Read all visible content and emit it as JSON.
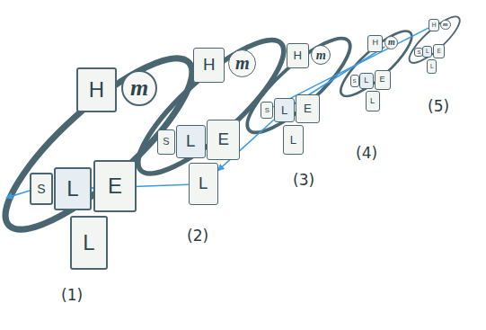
{
  "diagram": {
    "nodes": [
      {
        "text": [
          "H"
        ]
      },
      {
        "text": [
          "m"
        ]
      },
      {
        "text": [
          "S"
        ]
      },
      {
        "text": [
          "L"
        ]
      },
      {
        "text": [
          "E"
        ]
      },
      {
        "text": [
          "L"
        ]
      },
      {
        "text": [
          "H"
        ]
      },
      {
        "text": [
          "m"
        ]
      },
      {
        "text": [
          "S"
        ]
      },
      {
        "text": [
          "L"
        ]
      },
      {
        "text": [
          "E"
        ]
      },
      {
        "text": [
          "L"
        ]
      },
      {
        "text": [
          "H"
        ]
      },
      {
        "text": [
          "m"
        ]
      },
      {
        "text": [
          "S"
        ]
      },
      {
        "text": [
          "L"
        ]
      },
      {
        "text": [
          "E"
        ]
      },
      {
        "text": [
          "L"
        ]
      },
      {
        "text": [
          "H"
        ]
      },
      {
        "text": [
          "m"
        ]
      },
      {
        "text": [
          "S"
        ]
      },
      {
        "text": [
          "L"
        ]
      },
      {
        "text": [
          "E"
        ]
      },
      {
        "text": [
          "L"
        ]
      },
      {
        "text": [
          "H"
        ]
      },
      {
        "text": [
          "m"
        ]
      },
      {
        "text": [
          "S"
        ]
      },
      {
        "text": [
          "L"
        ]
      },
      {
        "text": [
          "E"
        ]
      },
      {
        "text": [
          "L"
        ]
      }
    ],
    "edges": [
      {
        "from": 24,
        "to": 14,
        "arrow": "to"
      },
      {
        "from": 19,
        "to": 15,
        "arrow": "to"
      },
      {
        "from": 15,
        "to": 11,
        "arrow": "to"
      },
      {
        "from": 11,
        "to": 3,
        "arrow": "to"
      }
    ],
    "labels": [
      "(1)",
      "(2)",
      "(3)",
      "(4)",
      "(5)"
    ]
  }
}
